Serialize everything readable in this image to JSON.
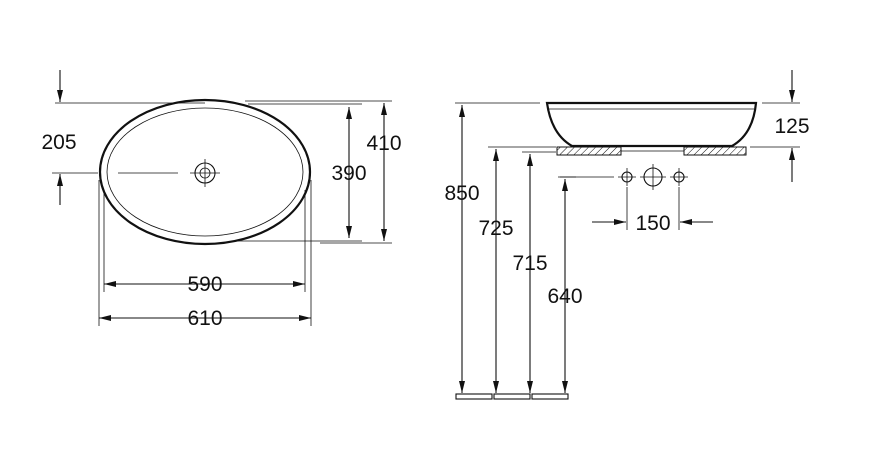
{
  "colors": {
    "line": "#111111",
    "background": "#ffffff"
  },
  "top_view": {
    "depth_to_drain": "205",
    "inner_depth": "390",
    "outer_depth": "410",
    "inner_width": "590",
    "outer_width": "610"
  },
  "side_view": {
    "total_height": "850",
    "height_725": "725",
    "height_715": "715",
    "height_640": "640",
    "basin_height": "125",
    "fixing_spacing": "150"
  }
}
